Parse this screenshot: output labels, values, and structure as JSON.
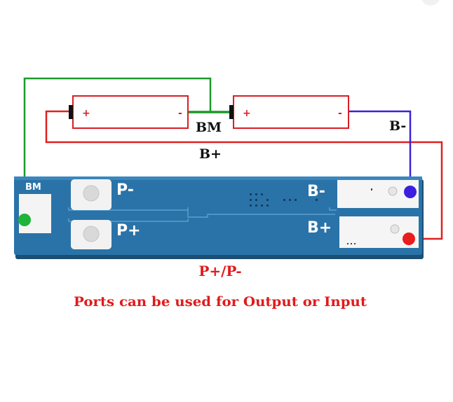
{
  "diagram": {
    "battery_left": {
      "plus": "+",
      "minus": "-"
    },
    "battery_right": {
      "plus": "+",
      "minus": "-"
    },
    "label_bm": "BM",
    "label_b_minus": "B-",
    "label_b_plus": "B+",
    "board": {
      "pad_bm": "BM",
      "pad_p_minus": "P-",
      "pad_p_plus": "P+",
      "pad_b_minus": "B-",
      "pad_b_plus": "B+"
    },
    "ports_label": "P+/P-",
    "caption": "Ports can be used for Output or Input"
  },
  "colors": {
    "wire_green": "#1a9a2a",
    "wire_red": "#e02020",
    "wire_blue": "#3a22d8",
    "battery_outline": "#d81f26",
    "battery_text": "#d81f26",
    "board_blue": "#2a73a8",
    "board_print": "#ffffff",
    "dot_green": "#1fb33a",
    "dot_blue": "#3a1fe0",
    "dot_red": "#ea1c1c",
    "caption_red": "#e01b1b"
  }
}
